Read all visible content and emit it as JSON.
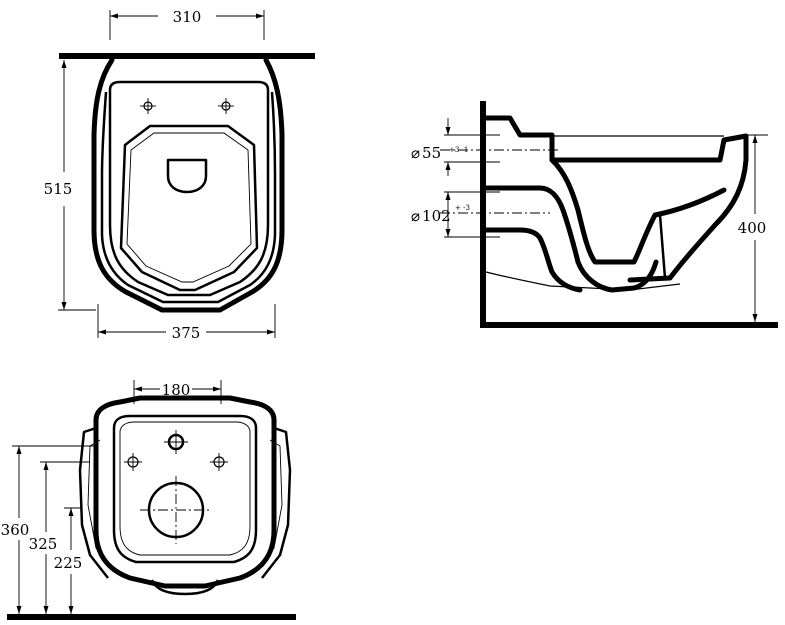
{
  "dimensions": {
    "top_view_width_top": "310",
    "top_view_height": "515",
    "top_view_width_bottom": "375",
    "back_view_width": "180",
    "back_view_height_total": "360",
    "back_view_height_mid": "325",
    "back_view_height_low": "225",
    "side_view_height": "400",
    "side_pipe_upper_prefix": "⌀",
    "side_pipe_upper": "55",
    "side_pipe_upper_tolerance": "+3 -1",
    "side_pipe_lower_prefix": "⌀",
    "side_pipe_lower": "102",
    "side_pipe_lower_tolerance": "+ -3"
  },
  "colors": {
    "line": "#000000",
    "background": "#ffffff"
  }
}
